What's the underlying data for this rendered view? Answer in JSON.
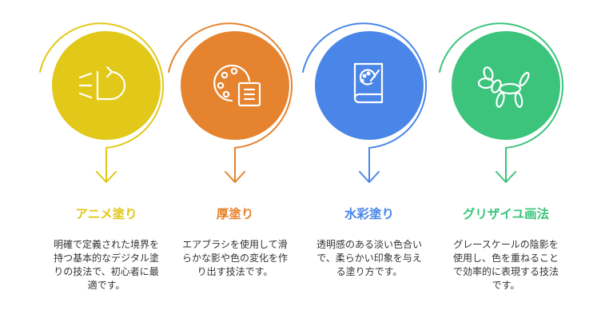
{
  "colors": {
    "anime": "#E2C819",
    "impasto": "#E5832F",
    "watercolor": "#4A86E8",
    "grisaille": "#3CC47C",
    "desc_text": "#333333"
  },
  "steps": [
    {
      "title": "アニメ塗り",
      "description": "明確で定義された境界を持つ基本的なデジタル塗りの技法で、初心者に最適です。",
      "icon": "light-beam-icon"
    },
    {
      "title": "厚塗り",
      "description": "エアブラシを使用して滑らかな影や色の変化を作り出す技法です。",
      "icon": "palette-icon"
    },
    {
      "title": "水彩塗り",
      "description": "透明感のある淡い色合いで、柔らかい印象を与える塗り方です。",
      "icon": "art-book-icon"
    },
    {
      "title": "グリザイユ画法",
      "description": "グレースケールの陰影を使用し、色を重ねることで効率的に表現する技法です。",
      "icon": "balloon-dog-icon"
    }
  ]
}
